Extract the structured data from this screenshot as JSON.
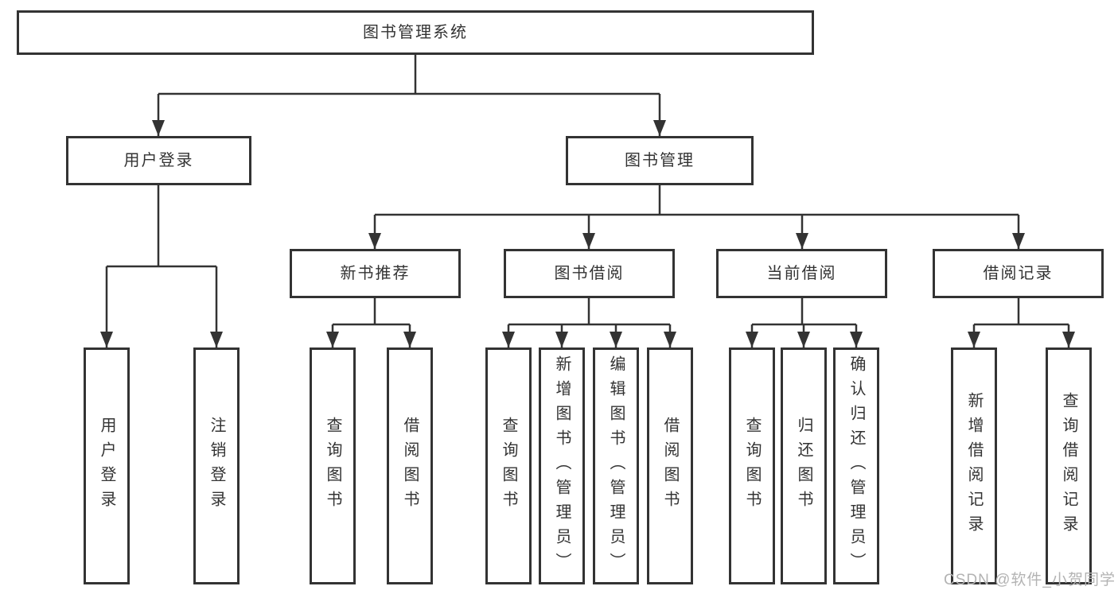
{
  "diagram": {
    "title": "图书管理系统",
    "root": {
      "label": "图书管理系统"
    },
    "level2": [
      {
        "label": "用户登录",
        "parent": "图书管理系统"
      },
      {
        "label": "图书管理",
        "parent": "图书管理系统"
      }
    ],
    "level3": [
      {
        "label": "新书推荐",
        "parent": "图书管理"
      },
      {
        "label": "图书借阅",
        "parent": "图书管理"
      },
      {
        "label": "当前借阅",
        "parent": "图书管理"
      },
      {
        "label": "借阅记录",
        "parent": "图书管理"
      }
    ],
    "leaves": [
      {
        "label": "用户登录",
        "parent": "用户登录"
      },
      {
        "label": "注销登录",
        "parent": "用户登录"
      },
      {
        "label": "查询图书",
        "parent": "新书推荐"
      },
      {
        "label": "借阅图书",
        "parent": "新书推荐"
      },
      {
        "label": "查询图书",
        "parent": "图书借阅"
      },
      {
        "label": "新增图书（管理员）",
        "parent": "图书借阅"
      },
      {
        "label": "编辑图书（管理员）",
        "parent": "图书借阅"
      },
      {
        "label": "借阅图书",
        "parent": "图书借阅"
      },
      {
        "label": "查询图书",
        "parent": "当前借阅"
      },
      {
        "label": "归还图书",
        "parent": "当前借阅"
      },
      {
        "label": "确认归还（管理员）",
        "parent": "当前借阅"
      },
      {
        "label": "新增借阅记录",
        "parent": "借阅记录"
      },
      {
        "label": "查询借阅记录",
        "parent": "借阅记录"
      }
    ]
  },
  "watermark": "CSDN @软件_小贺同学",
  "colors": {
    "line": "#333333",
    "box_border": "#333333",
    "text": "#333333",
    "background": "#ffffff",
    "watermark": "#b3b3b3"
  }
}
